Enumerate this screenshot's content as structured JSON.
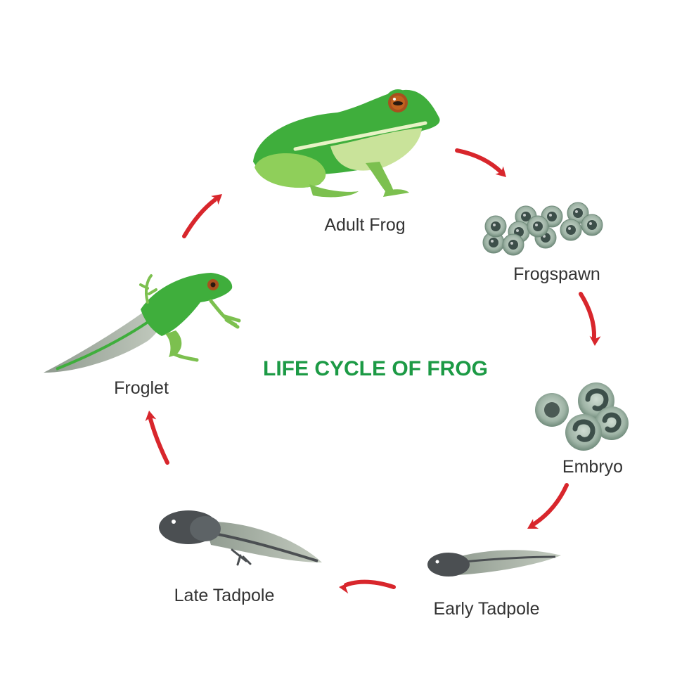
{
  "title": "LIFE CYCLE OF FROG",
  "stages": [
    {
      "key": "adult",
      "label": "Adult Frog"
    },
    {
      "key": "frogspawn",
      "label": "Frogspawn"
    },
    {
      "key": "embryo",
      "label": "Embryo"
    },
    {
      "key": "early_tadpole",
      "label": "Early Tadpole"
    },
    {
      "key": "late_tadpole",
      "label": "Late Tadpole"
    },
    {
      "key": "froglet",
      "label": "Froglet"
    }
  ],
  "colors": {
    "title": "#1c9a45",
    "arrow": "#d8262c",
    "frog_green": "#3fae3c",
    "frog_light": "#c9e39a",
    "egg_outer": "#8fa896",
    "egg_inner": "#3d4f4a",
    "tadpole_dark": "#4b4f52",
    "tadpole_tail": "#9aa49a",
    "label": "#333333"
  }
}
